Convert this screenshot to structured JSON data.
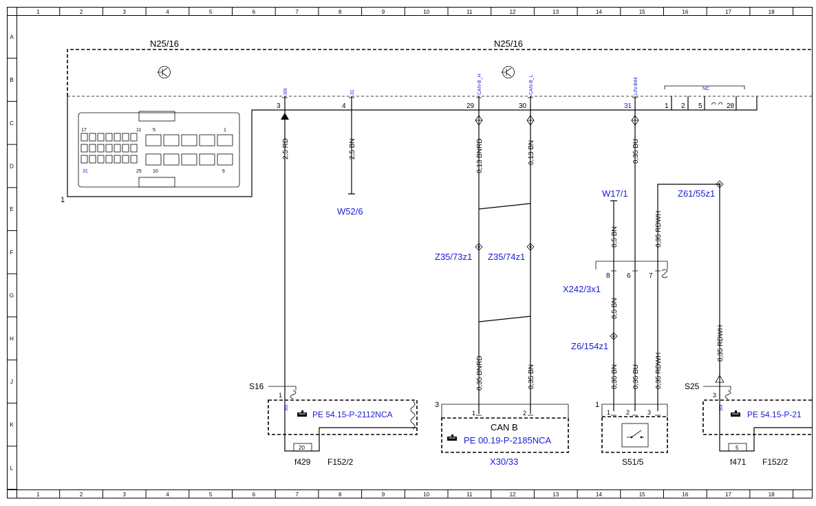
{
  "grid": {
    "columns": [
      "1",
      "2",
      "3",
      "4",
      "5",
      "6",
      "7",
      "8",
      "9",
      "10",
      "11",
      "12",
      "13",
      "14",
      "15",
      "16",
      "17",
      "18"
    ],
    "rows": [
      "A",
      "B",
      "C",
      "D",
      "E",
      "F",
      "G",
      "H",
      "J",
      "K",
      "L"
    ]
  },
  "module": {
    "label_left": "N25/16",
    "label_right": "N25/16",
    "connector_ref": "1",
    "connector_pin_labels": {
      "p17": "17",
      "p11": "11",
      "p5": "5",
      "p1": "1",
      "p31": "31",
      "p25": "25",
      "p10": "10",
      "p6": "6"
    },
    "pins": [
      {
        "pin": "3",
        "signal": "30t"
      },
      {
        "pin": "4",
        "signal": "31"
      },
      {
        "pin": "29",
        "signal": "CAN-B_H"
      },
      {
        "pin": "30",
        "signal": "CAN-B_L"
      },
      {
        "pin": "31",
        "signal": "LIN-B44"
      }
    ],
    "nc_label": "NC",
    "nc_pins": [
      "1",
      "2",
      "5",
      "28"
    ]
  },
  "wires": {
    "w_3": "2,5 RD",
    "w_4": "2,5 BN",
    "w_29_top": "0,13 BNRD",
    "w_30_top": "0,13 BN",
    "w_31": "0,35 BU",
    "w_w17": "0,5 BN",
    "w_x242_bottom": "0,5 BN",
    "w_rdwh_top": "0,35 RDWH",
    "w_rdwh_right": "0,35 RDWH",
    "w_29_bot": "0,35 BNRD",
    "w_30_bot": "0,35 BN",
    "w_s51_1": "0,35 BN",
    "w_s51_2": "0,35 BU",
    "w_s51_3": "0,35 RDWH"
  },
  "components": {
    "w52": "W52/6",
    "w17": "W17/1",
    "z61": "Z61/55z1",
    "z35_73": "Z35/73z1",
    "z35_74": "Z35/74z1",
    "z6": "Z6/154z1",
    "x242": {
      "label": "X242/3x1",
      "pins": [
        "8",
        "6",
        "7"
      ]
    },
    "s16": {
      "label": "S16",
      "pin": "1",
      "signal": "30t",
      "ref": "PE 54.15-P-2112NCA"
    },
    "f429": {
      "label": "f429",
      "fuse": "20",
      "group": "F152/2"
    },
    "canb": {
      "number": "3",
      "title": "CAN B",
      "pins": [
        "1",
        "2"
      ],
      "ref": "PE 00.19-P-2185NCA",
      "label": "X30/33"
    },
    "s51": {
      "number": "1",
      "pins": [
        "1",
        "2",
        "3"
      ],
      "label": "S51/5"
    },
    "s25": {
      "label": "S25",
      "pin": "3",
      "signal": "30t",
      "ref": "PE 54.15-P-21"
    },
    "f471": {
      "label": "f471",
      "fuse": "5",
      "group": "F152/2"
    }
  },
  "colors": {
    "reference_blue": "#1a1ad6",
    "line": "#000000"
  }
}
